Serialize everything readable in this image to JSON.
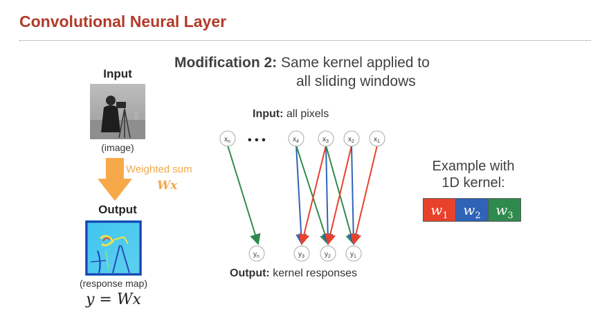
{
  "title": "Convolutional Neural Layer",
  "left_panel": {
    "input_label": "Input",
    "input_caption": "(image)",
    "arrow_label": "Weighted sum",
    "arrow_formula": "Wx",
    "output_label": "Output",
    "output_caption": "(response map)",
    "equation": "y = Wx"
  },
  "heading": {
    "prefix": "Modification 2:",
    "line1": "Same kernel applied to",
    "line2": "all sliding windows"
  },
  "diagram": {
    "input_caption_bold": "Input:",
    "input_caption_rest": " all pixels",
    "output_caption_bold": "Output:",
    "output_caption_rest": " kernel responses",
    "input_nodes": [
      "x",
      "x",
      "x",
      "x",
      "x"
    ],
    "input_node_subscripts": [
      "n",
      "4",
      "3",
      "2",
      "1"
    ],
    "ellipsis": "• • •",
    "output_nodes": [
      "y",
      "y",
      "y",
      "y"
    ],
    "output_node_subscripts": [
      "n",
      "3",
      "2",
      "1"
    ],
    "colors": {
      "w1": "#e8412c",
      "w2": "#2e63b8",
      "w3": "#2f8a4e"
    }
  },
  "example": {
    "title_line1": "Example with",
    "title_line2": "1D kernel:",
    "cells": [
      {
        "symbol": "w",
        "sub": "1",
        "color": "#e8412c"
      },
      {
        "symbol": "w",
        "sub": "2",
        "color": "#2e63b8"
      },
      {
        "symbol": "w",
        "sub": "3",
        "color": "#2f8a4e"
      }
    ]
  },
  "colors": {
    "title": "#b23a2a",
    "arrow": "#f7a94a"
  }
}
